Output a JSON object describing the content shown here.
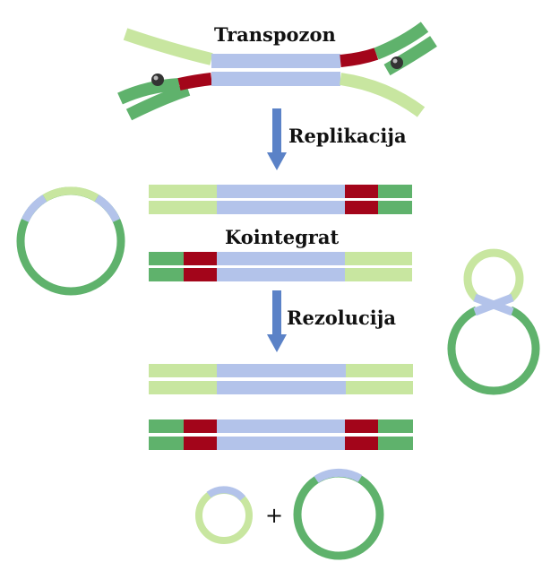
{
  "labels": {
    "transposon": "Transpozon",
    "replication": "Replikacija",
    "cointegrate": "Kointegrat",
    "resolution": "Rezolucija",
    "plus": "+"
  },
  "colors": {
    "light_green": "#c8e6a0",
    "dark_green": "#5fb26c",
    "light_blue": "#b3c3ea",
    "dark_red": "#a3051a",
    "arrow_blue": "#5b82c7",
    "text": "#111111"
  }
}
